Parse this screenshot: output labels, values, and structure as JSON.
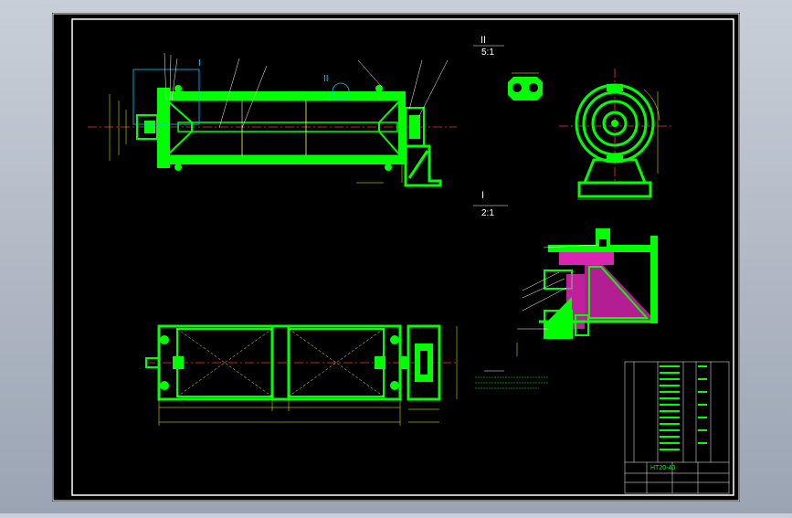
{
  "drawing": {
    "detail_ii_roman": "II",
    "detail_ii_scale": "5:1",
    "detail_i_roman": "I",
    "detail_i_scale": "2:1",
    "callout_i": "I",
    "callout_ii": "II",
    "model_code": "HT20-40"
  },
  "colors": {
    "background": "#000000",
    "frame": "#ffffff",
    "part": "#00ff00",
    "dimension": "#ffff00",
    "centerline": "#ff3333",
    "callout": "#00c8ff",
    "leader": "#ffffff"
  }
}
